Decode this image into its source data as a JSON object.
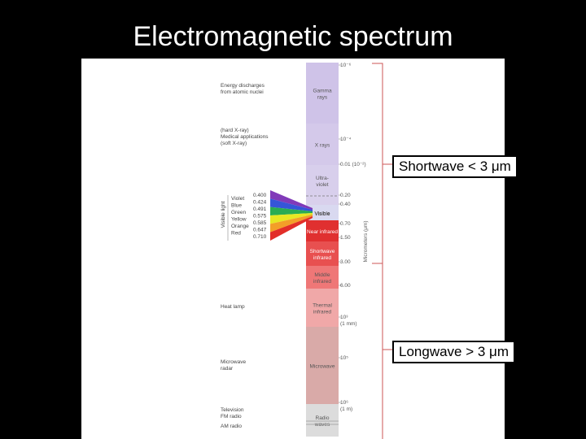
{
  "title": "Electromagnetic spectrum",
  "left_labels": [
    {
      "lines": [
        "Energy discharges",
        "from atomic nuclei"
      ]
    },
    {
      "lines": [
        "(hard X-ray)",
        "Medical applications",
        "(soft X-ray)"
      ]
    },
    {
      "lines": [
        "Heat lamp"
      ]
    },
    {
      "lines": [
        "Microwave",
        "radar"
      ]
    },
    {
      "lines": [
        "Television",
        "FM radio"
      ]
    },
    {
      "lines": [
        "AM radio"
      ]
    }
  ],
  "visible_light": {
    "axis_label": "Visible light",
    "colors": [
      "Violet",
      "Blue",
      "Green",
      "Yellow",
      "Orange",
      "Red"
    ],
    "wavelengths": [
      "0.400",
      "0.424",
      "0.491",
      "0.575",
      "0.585",
      "0.647",
      "0.710"
    ],
    "rainbow": [
      "#7a2fb5",
      "#2b4cd6",
      "#1fa84a",
      "#e6e617",
      "#f29a1c",
      "#e0231c"
    ]
  },
  "bands": [
    {
      "name": [
        "Gamma",
        "rays"
      ],
      "color": "#cfc3e8"
    },
    {
      "name": [
        "X rays"
      ],
      "color": "#d4c9ea"
    },
    {
      "name": [
        "Ultra-",
        "violet"
      ],
      "color": "#d8cfec"
    },
    {
      "name": [
        ""
      ],
      "color": "#d9d0ec"
    },
    {
      "name": [
        "Visible"
      ],
      "color": "#d9d9f0"
    },
    {
      "name": [
        "Near infrared"
      ],
      "color": "#e03030"
    },
    {
      "name": [
        "Shortwave",
        "infrared"
      ],
      "color": "#e85050"
    },
    {
      "name": [
        "Middle",
        "infrared"
      ],
      "color": "#ef7777"
    },
    {
      "name": [
        "Thermal",
        "infrared"
      ],
      "color": "#f0a8a8"
    },
    {
      "name": [
        "Microwave"
      ],
      "color": "#d9aaa8"
    },
    {
      "name": [
        "Radio",
        "waves"
      ],
      "color": "#dcdcdc"
    }
  ],
  "scale_ticks": [
    [
      "10⁻⁶"
    ],
    [
      "10⁻⁴"
    ],
    [
      "0.01 (10⁻²)"
    ],
    [
      "0.20"
    ],
    [
      "0.40"
    ],
    [
      "0.70"
    ],
    [
      "1.50"
    ],
    [
      "3.00"
    ],
    [
      "6.00"
    ],
    [
      "10³",
      "(1 mm)"
    ],
    [
      "10⁵"
    ],
    [
      "10⁶",
      "(1 m)"
    ]
  ],
  "axis_title": "Micrometers (μm)",
  "callouts": {
    "shortwave": "Shortwave < 3 μm",
    "longwave": "Longwave > 3 μm"
  }
}
